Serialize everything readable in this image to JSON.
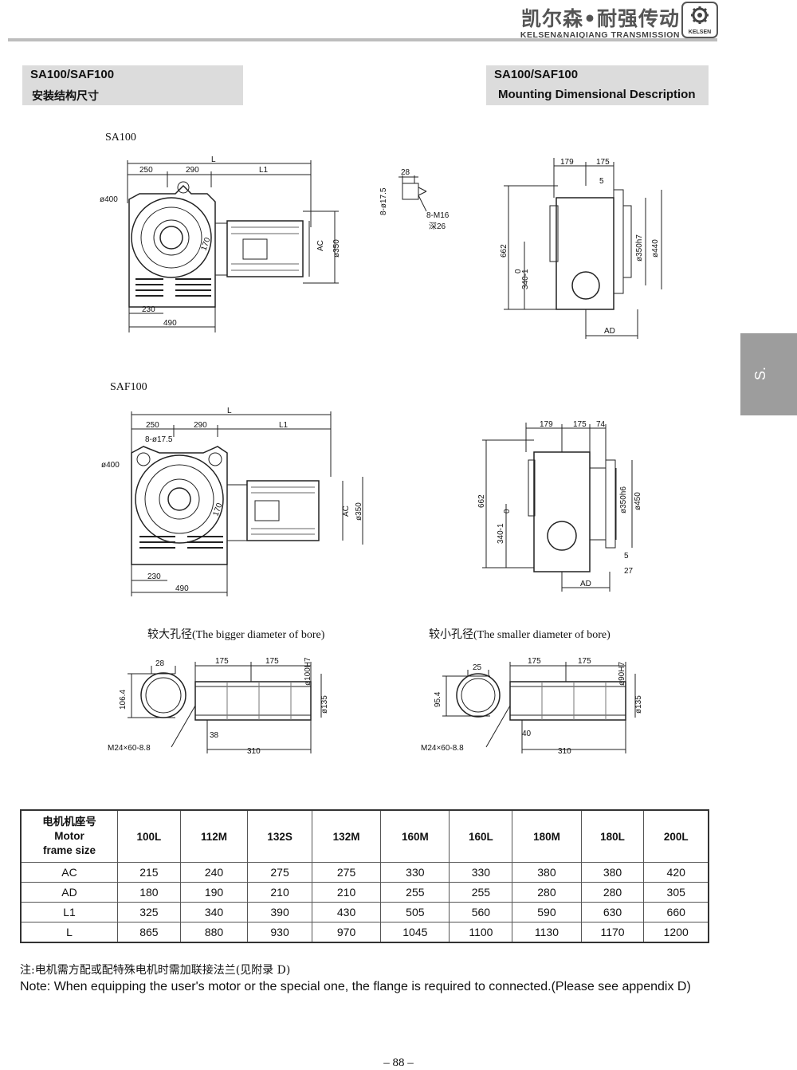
{
  "header": {
    "brand_cn": "凯尔森•耐强传动",
    "brand_en": "KELSEN&NAIQIANG TRANSMISSION",
    "logo_text": "KELSEN"
  },
  "left_title": {
    "model": "SA100/SAF100",
    "subtitle": "安装结构尺寸"
  },
  "right_title": {
    "model": "SA100/SAF100",
    "subtitle": "Mounting Dimensional Description"
  },
  "side_tab": "S.",
  "drawings": {
    "sa100_label": "SA100",
    "saf100_label": "SAF100",
    "bigger_bore_caption": "较大孔径(The bigger diameter of bore)",
    "smaller_bore_caption": "较小孔径(The smaller diameter of bore)",
    "sa100_dims": {
      "L": "L",
      "d250": "250",
      "d290": "290",
      "L1": "L1",
      "dia400": "ø400",
      "d230": "230",
      "d490": "490",
      "AC": "AC",
      "dia350": "ø350",
      "d170": "170"
    },
    "detail_dims": {
      "d28": "28",
      "holes": "8-ø17.5",
      "thread": "8-M16",
      "depth": "深26"
    },
    "side_view_1": {
      "d179": "179",
      "d175": "175",
      "d5": "5",
      "d662": "662",
      "d340": "340-1",
      "tol": "0",
      "dia350h7": "ø350h7",
      "dia440": "ø440",
      "AD": "AD"
    },
    "saf100_dims": {
      "L": "L",
      "d250": "250",
      "d290": "290",
      "L1": "L1",
      "holes": "8-ø17.5",
      "dia400": "ø400",
      "d170": "170",
      "AC": "AC",
      "dia350": "ø350",
      "d230": "230",
      "d490": "490"
    },
    "side_view_2": {
      "d179": "179",
      "d175": "175",
      "d74": "74",
      "d662": "662",
      "d340": "340-1",
      "tol": "0",
      "dia350h6": "ø350h6",
      "dia450": "ø450",
      "d5": "5",
      "d27": "27",
      "AD": "AD"
    },
    "bore_big": {
      "d28": "28",
      "d106": "106.4",
      "d175a": "175",
      "d175b": "175",
      "dia100": "ø100H7",
      "dia135": "ø135",
      "d38": "38",
      "d310": "310",
      "bolt": "M24×60-8.8"
    },
    "bore_small": {
      "d25": "25",
      "d95": "95.4",
      "d175a": "175",
      "d175b": "175",
      "dia90": "ø90H7",
      "dia135": "ø135",
      "d40": "40",
      "d310": "310",
      "bolt": "M24×60-8.8"
    }
  },
  "table": {
    "header_cn": "电机机座号",
    "header_en1": "Motor",
    "header_en2": "frame size",
    "columns": [
      "100L",
      "112M",
      "132S",
      "132M",
      "160M",
      "160L",
      "180M",
      "180L",
      "200L"
    ],
    "rows": [
      {
        "label": "AC",
        "values": [
          "215",
          "240",
          "275",
          "275",
          "330",
          "330",
          "380",
          "380",
          "420"
        ]
      },
      {
        "label": "AD",
        "values": [
          "180",
          "190",
          "210",
          "210",
          "255",
          "255",
          "280",
          "280",
          "305"
        ]
      },
      {
        "label": "L1",
        "values": [
          "325",
          "340",
          "390",
          "430",
          "505",
          "560",
          "590",
          "630",
          "660"
        ]
      },
      {
        "label": "L",
        "values": [
          "865",
          "880",
          "930",
          "970",
          "1045",
          "1100",
          "1130",
          "1170",
          "1200"
        ]
      }
    ]
  },
  "note_cn": "注:电机需方配或配特殊电机时需加联接法兰(见附录 D)",
  "note_en": "Note: When equipping the user's motor or the special one, the flange is required to connected.(Please see appendix D)",
  "page_number": "– 88 –"
}
